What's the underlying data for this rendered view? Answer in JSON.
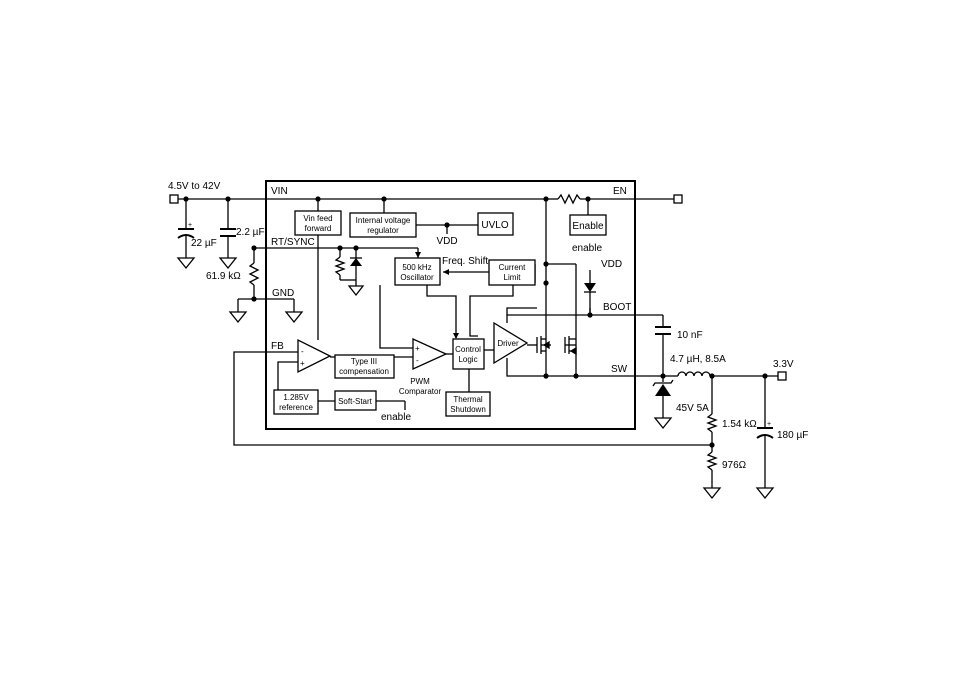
{
  "input": {
    "voltage_range": "4.5V to 42V",
    "cap_bulk": "22 µF",
    "cap_ceramic": "2.2 µF",
    "rt_resistor": "61.9 kΩ"
  },
  "pins": {
    "vin": "VIN",
    "en": "EN",
    "rt_sync": "RT/SYNC",
    "gnd": "GND",
    "fb": "FB",
    "boot": "BOOT",
    "sw": "SW"
  },
  "blocks": {
    "vin_ff_1": "Vin feed",
    "vin_ff_2": "forward",
    "ivr_1": "Internal voltage",
    "ivr_2": "regulator",
    "uvlo": "UVLO",
    "vdd": "VDD",
    "enable_box": "Enable",
    "enable_out": "enable",
    "osc_1": "500 kHz",
    "osc_2": "Oscillator",
    "freq_shift": "Freq. Shift",
    "cl_1": "Current",
    "cl_2": "Limit",
    "type3_1": "Type III",
    "type3_2": "compensation",
    "pwm_1": "PWM",
    "pwm_2": "Comparator",
    "ctl_1": "Control",
    "ctl_2": "Logic",
    "driver": "Driver",
    "ts_1": "Thermal",
    "ts_2": "Shutdown",
    "ref_1": "1.285V",
    "ref_2": "reference",
    "soft_start": "Soft-Start",
    "ss_enable": "enable",
    "vdd_boot": "VDD",
    "minus": "-",
    "plus": "+"
  },
  "output": {
    "boot_cap": "10 nF",
    "inductor": "4.7 µH, 8.5A",
    "diode": "45V 5A",
    "voltage": "3.3V",
    "r_top": "1.54 kΩ",
    "r_bottom": "976Ω",
    "cap_out": "180 µF"
  }
}
